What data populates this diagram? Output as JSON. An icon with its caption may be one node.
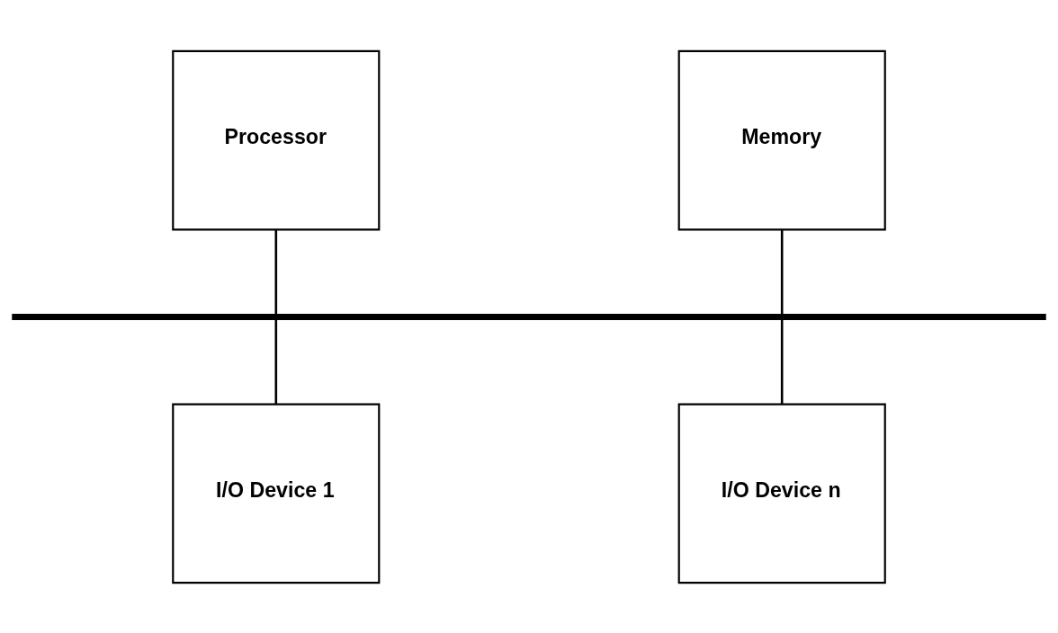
{
  "diagram": {
    "nodes": [
      {
        "text": [
          "Processor"
        ]
      },
      {
        "text": [
          "Memory"
        ]
      },
      {
        "text": [],
        "shape": "bar"
      },
      {
        "text": [
          "I/O Device 1"
        ]
      },
      {
        "text": [
          "I/O Device n"
        ]
      }
    ],
    "edges": [
      {
        "from": 0,
        "to": 2,
        "arrow": "none"
      },
      {
        "from": 1,
        "to": 2,
        "arrow": "none"
      },
      {
        "from": 2,
        "to": 3,
        "arrow": "none"
      },
      {
        "from": 2,
        "to": 4,
        "arrow": "none"
      }
    ]
  }
}
